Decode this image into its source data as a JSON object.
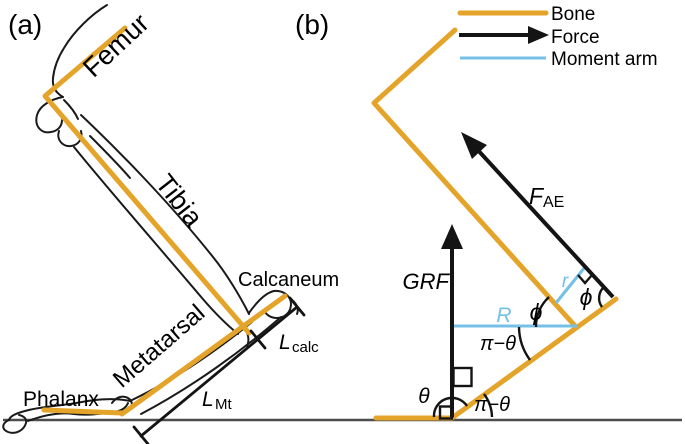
{
  "figure": {
    "panel_a_tag": "(a)",
    "panel_b_tag": "(b)"
  },
  "colors": {
    "bone": "#E4A42A",
    "force": "#141414",
    "moment_arm": "#74C0E6",
    "ground": "#4D4D4D"
  },
  "legend": {
    "bone": "Bone",
    "force": "Force",
    "moment_arm": "Moment arm"
  },
  "panel_a": {
    "bones": {
      "femur": "Femur",
      "tibia": "Tibia",
      "calcaneum": "Calcaneum",
      "metatarsal": "Metatarsal",
      "phalanx": "Phalanx"
    },
    "measurements": {
      "l_calc": {
        "base": "L",
        "sub": "calc"
      },
      "l_mt": {
        "base": "L",
        "sub": "Mt"
      }
    }
  },
  "panel_b": {
    "forces": {
      "grf": "GRF",
      "f_ae": {
        "base": "F",
        "sub": "AE"
      }
    },
    "moment_arms": {
      "R": "R",
      "r": "r"
    },
    "angles": {
      "theta": "θ",
      "pi_minus_theta": "π−θ",
      "phi": "ϕ"
    }
  }
}
